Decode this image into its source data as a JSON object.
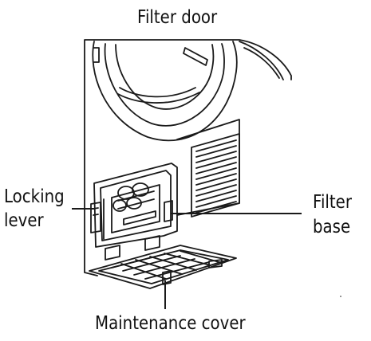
{
  "labels": {
    "filter_door": "Filter door",
    "locking_lever_line1": "Locking",
    "locking_lever_line2": "lever",
    "filter_base_line1": "Filter",
    "filter_base_line2": "base",
    "maintenance_cover": "Maintenance cover"
  },
  "colors": {
    "line": "#1a1a1a",
    "background": "#ffffff"
  }
}
